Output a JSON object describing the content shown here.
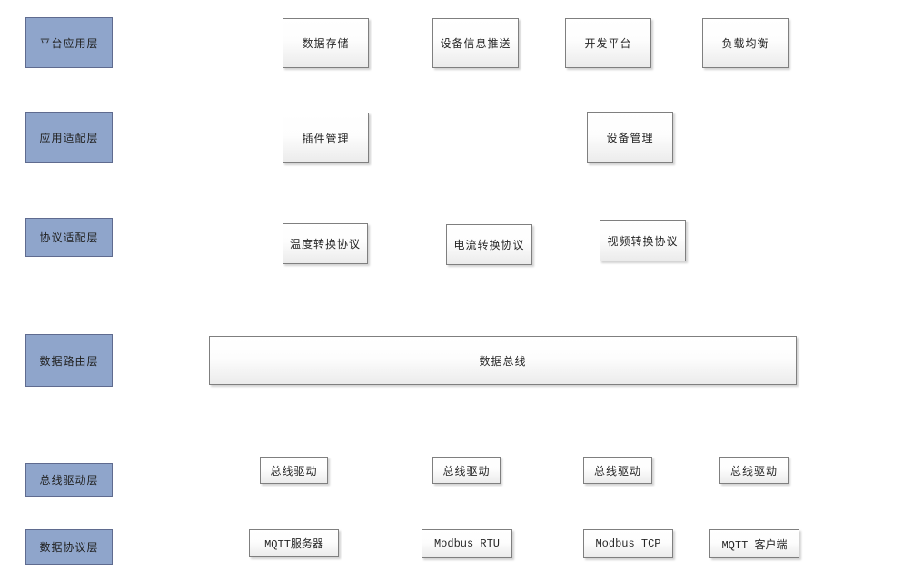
{
  "layers": [
    "平台应用层",
    "应用适配层",
    "协议适配层",
    "数据路由层",
    "总线驱动层",
    "数据协议层"
  ],
  "rows": {
    "platform_application": [
      "数据存储",
      "设备信息推送",
      "开发平台",
      "负载均衡"
    ],
    "application_adaptation": [
      "插件管理",
      "设备管理"
    ],
    "protocol_adaptation": [
      "温度转换协议",
      "电流转换协议",
      "视频转换协议"
    ],
    "data_routing": [
      "数据总线"
    ],
    "bus_driver": [
      "总线驱动",
      "总线驱动",
      "总线驱动",
      "总线驱动"
    ],
    "data_protocol": [
      "MQTT服务器",
      "Modbus RTU",
      "Modbus TCP",
      "MQTT 客户端"
    ]
  },
  "colors": {
    "layer_fill": "#8FA5CB",
    "layer_border": "#5F6B8F",
    "module_border": "#7F7F7F",
    "module_fill_top": "#FFFFFF",
    "module_fill_bottom": "#EBEBEB",
    "text": "#222222"
  }
}
